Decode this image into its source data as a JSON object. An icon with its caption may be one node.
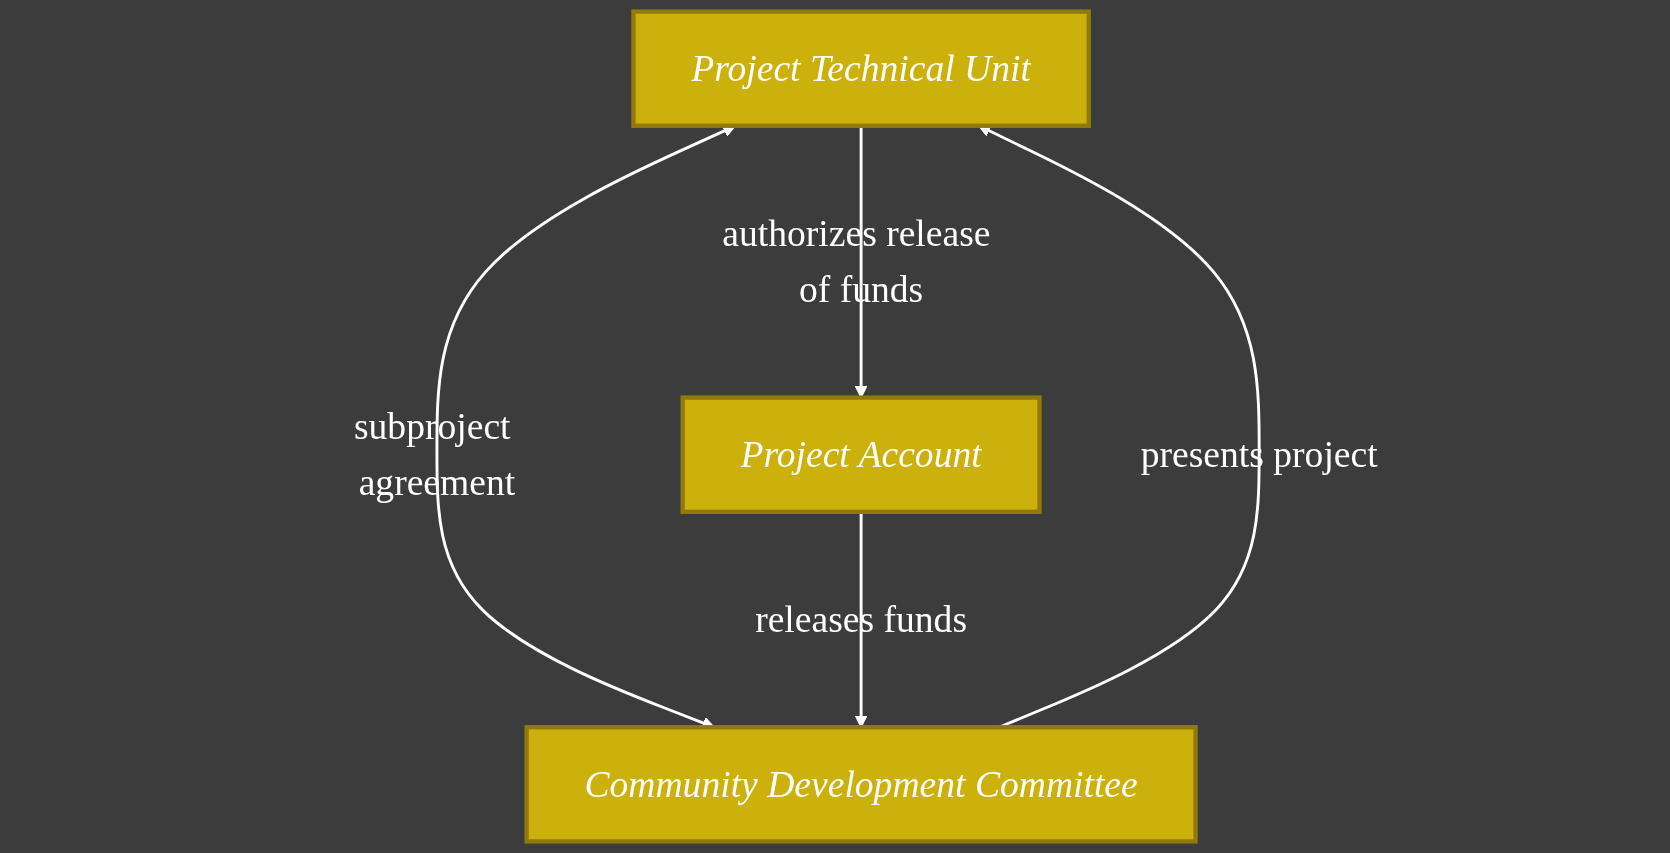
{
  "diagram": {
    "nodes": [
      {
        "text": [
          "Project Technical Unit"
        ]
      },
      {
        "text": [
          "Project Account"
        ]
      },
      {
        "text": [
          "Community Development Committee"
        ]
      }
    ],
    "edges": [
      {
        "from": 2,
        "to": 0,
        "arrow": "to",
        "label": "presents project"
      },
      {
        "from": 0,
        "to": 2,
        "arrow": "both",
        "label": "subproject agreement"
      },
      {
        "from": 0,
        "to": 1,
        "arrow": "to",
        "label": "authorizes release of funds"
      },
      {
        "from": 1,
        "to": 2,
        "arrow": "to",
        "label": "releases funds"
      }
    ]
  }
}
